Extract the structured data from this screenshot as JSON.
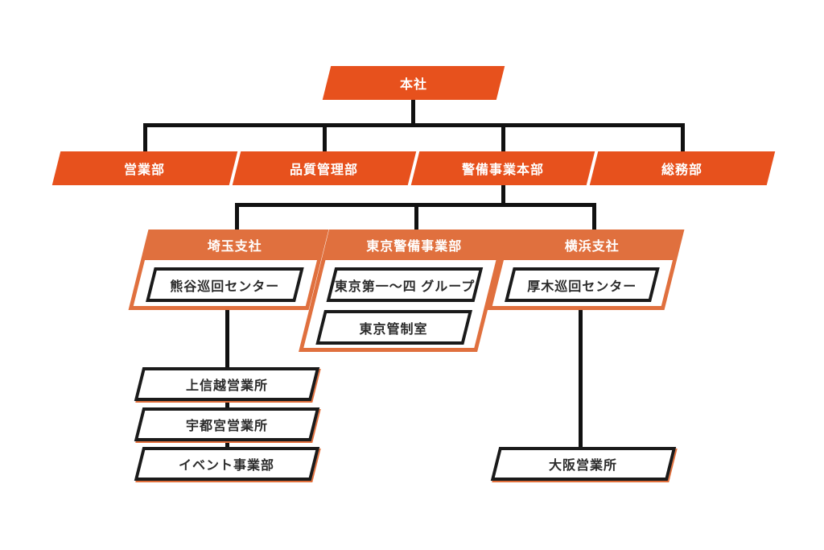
{
  "colors": {
    "primary_orange": "#E7511D",
    "cluster_orange": "#E0703E",
    "connector_black": "#111111",
    "box_border_black": "#1A1A1A",
    "dark_text": "#2B2B2B",
    "white_text": "#FFFFFF",
    "background": "#FFFFFF"
  },
  "org": {
    "root": {
      "label": "本社"
    },
    "departments": [
      {
        "label": "営業部"
      },
      {
        "label": "品質管理部"
      },
      {
        "label": "警備事業本部"
      },
      {
        "label": "総務部"
      }
    ],
    "security_divisions": [
      {
        "label": "埼玉支社",
        "units": [
          {
            "label": "熊谷巡回センター"
          }
        ]
      },
      {
        "label": "東京警備事業部",
        "units": [
          {
            "label": "東京第一〜四 グループ"
          },
          {
            "label": "東京管制室"
          }
        ]
      },
      {
        "label": "横浜支社",
        "units": [
          {
            "label": "厚木巡回センター"
          }
        ]
      }
    ],
    "saitama_offices": [
      {
        "label": "上信越営業所"
      },
      {
        "label": "宇都宮営業所"
      },
      {
        "label": "イベント事業部"
      }
    ],
    "yokohama_offices": [
      {
        "label": "大阪営業所"
      }
    ]
  }
}
